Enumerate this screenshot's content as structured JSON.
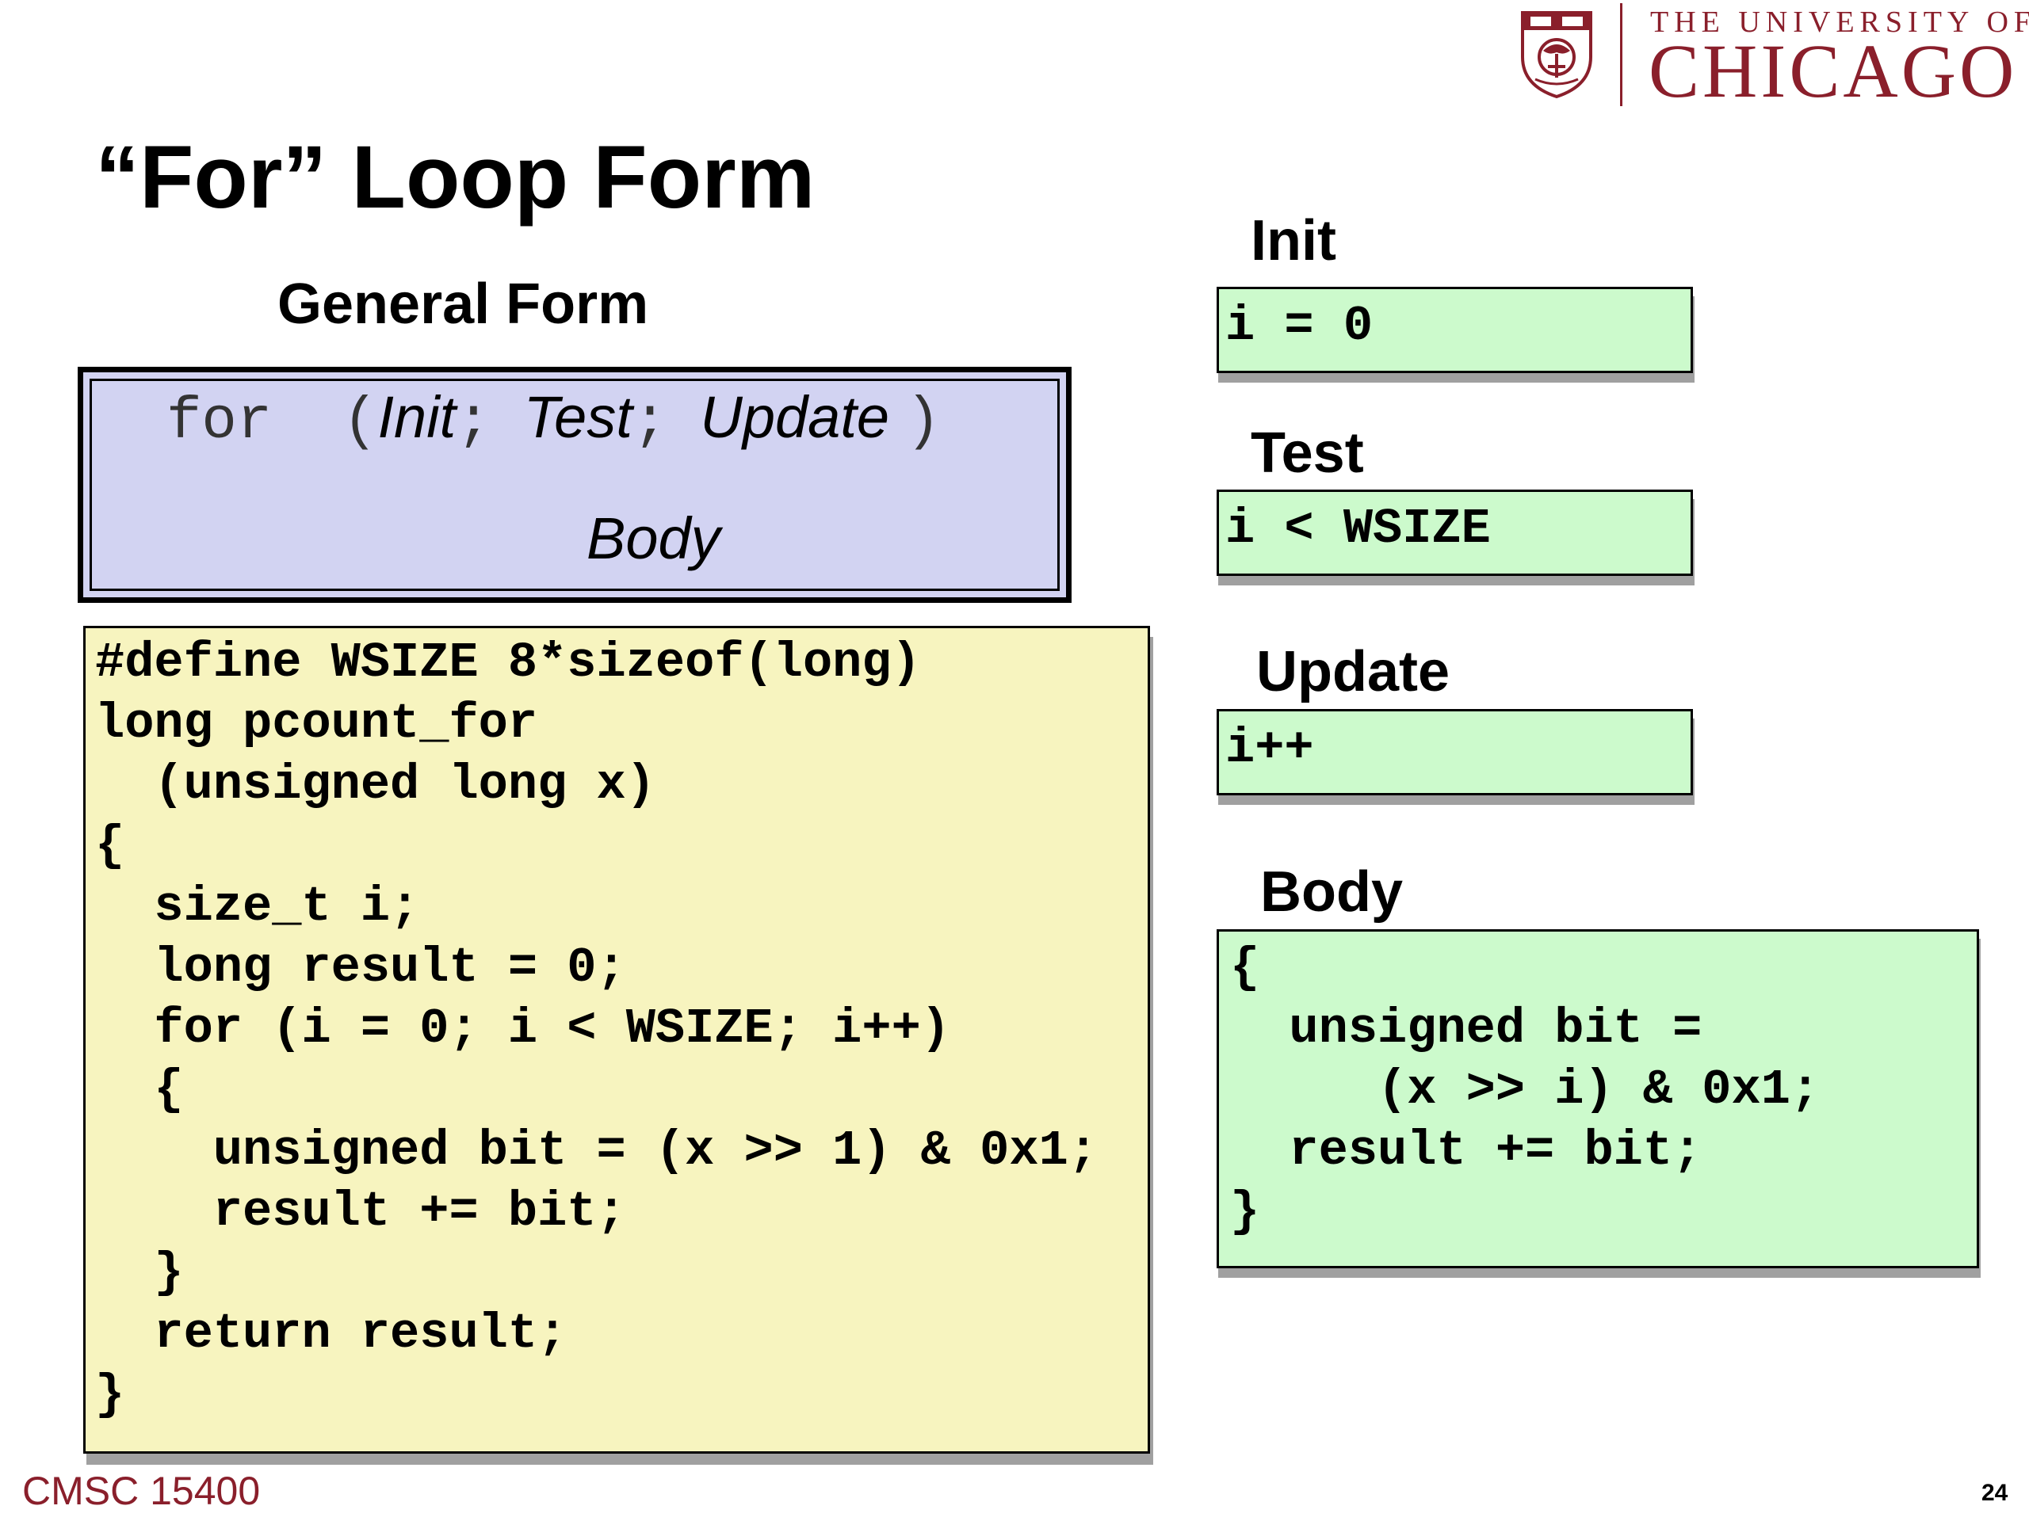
{
  "logo": {
    "top_line": "THE UNIVERSITY OF",
    "main_line": "CHICAGO",
    "shield_icon": "university-shield-icon",
    "color": "#8a1f2b"
  },
  "slide": {
    "title": "“For” Loop Form",
    "subtitle": "General Form"
  },
  "general_form": {
    "keyword": "for",
    "open_paren": "(",
    "init": "Init",
    "semi1": ";",
    "test": "Test",
    "semi2": ";",
    "update": "Update",
    "close_paren": ")",
    "body": "Body",
    "bg_color": "#d2d3f2"
  },
  "code": {
    "bg_color": "#f7f4bf",
    "lines": [
      "#define WSIZE 8*sizeof(long)",
      "long pcount_for",
      "  (unsigned long x)",
      "{",
      "  size_t i;",
      "  long result = 0;",
      "  for (i = 0; i < WSIZE; i++)",
      "  {",
      "    unsigned bit = (x >> 1) & 0x1;",
      "    result += bit;",
      "  }",
      "  return result;",
      "}"
    ]
  },
  "parts": {
    "bg_color": "#ccfacc",
    "init": {
      "label": "Init",
      "code": "i = 0"
    },
    "test": {
      "label": "Test",
      "code": "i < WSIZE"
    },
    "update": {
      "label": "Update",
      "code": "i++"
    },
    "body": {
      "label": "Body",
      "lines": [
        "{",
        "  unsigned bit =",
        "     (x >> i) & 0x1;",
        "  result += bit;",
        "}"
      ]
    }
  },
  "footer": {
    "course": "CMSC 15400",
    "page_number": "24"
  }
}
